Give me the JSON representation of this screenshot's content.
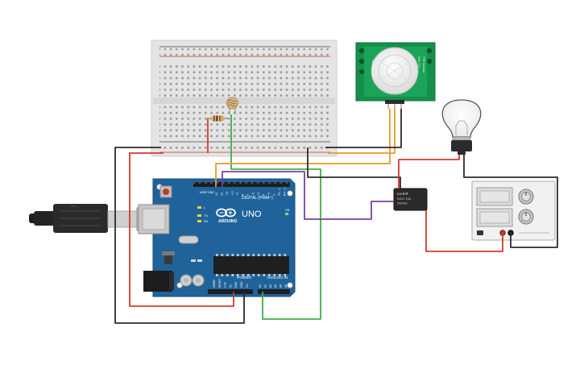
{
  "arduino": {
    "brand": "ARDUINO",
    "model": "UNO",
    "digital_header": "DIGITAL (PWM~)",
    "power_header": "POWER",
    "analog_header": "ANALOG IN",
    "aref_label": "AREF",
    "gnd_label": "GND",
    "led_l": "L",
    "led_tx": "TX",
    "led_rx": "RX",
    "power_pins": [
      "IOREF",
      "RESET",
      "3.3V",
      "5V",
      "GND",
      "GND",
      "Vin"
    ],
    "analog_pins": [
      "A0",
      "A1",
      "A2",
      "A3",
      "A4",
      "A5"
    ],
    "digital_pins": [
      "13",
      "12",
      "~11",
      "~10",
      "~9",
      "8",
      "7",
      "~6",
      "~5",
      "4",
      "~3",
      "2",
      "TX→1",
      "RX←0"
    ],
    "on_label": "ON"
  },
  "pir": {
    "side_left": "HC-SR501",
    "side_right_1": "PIR Sensor",
    "side_right_2": "Rev 1.0"
  },
  "relay": {
    "line1": "LU-5-R",
    "line2": "5VDC 10A",
    "line3": "250VAC"
  },
  "colors": {
    "breadboard": "#e3e3e3",
    "board": "#20639b",
    "wire_red": "#d33a2c",
    "wire_black": "#2b2b2b",
    "wire_green": "#3fae49",
    "wire_orange": "#e89a2a",
    "wire_purple": "#7b3fa0",
    "pir_pcb": "#14904b"
  }
}
